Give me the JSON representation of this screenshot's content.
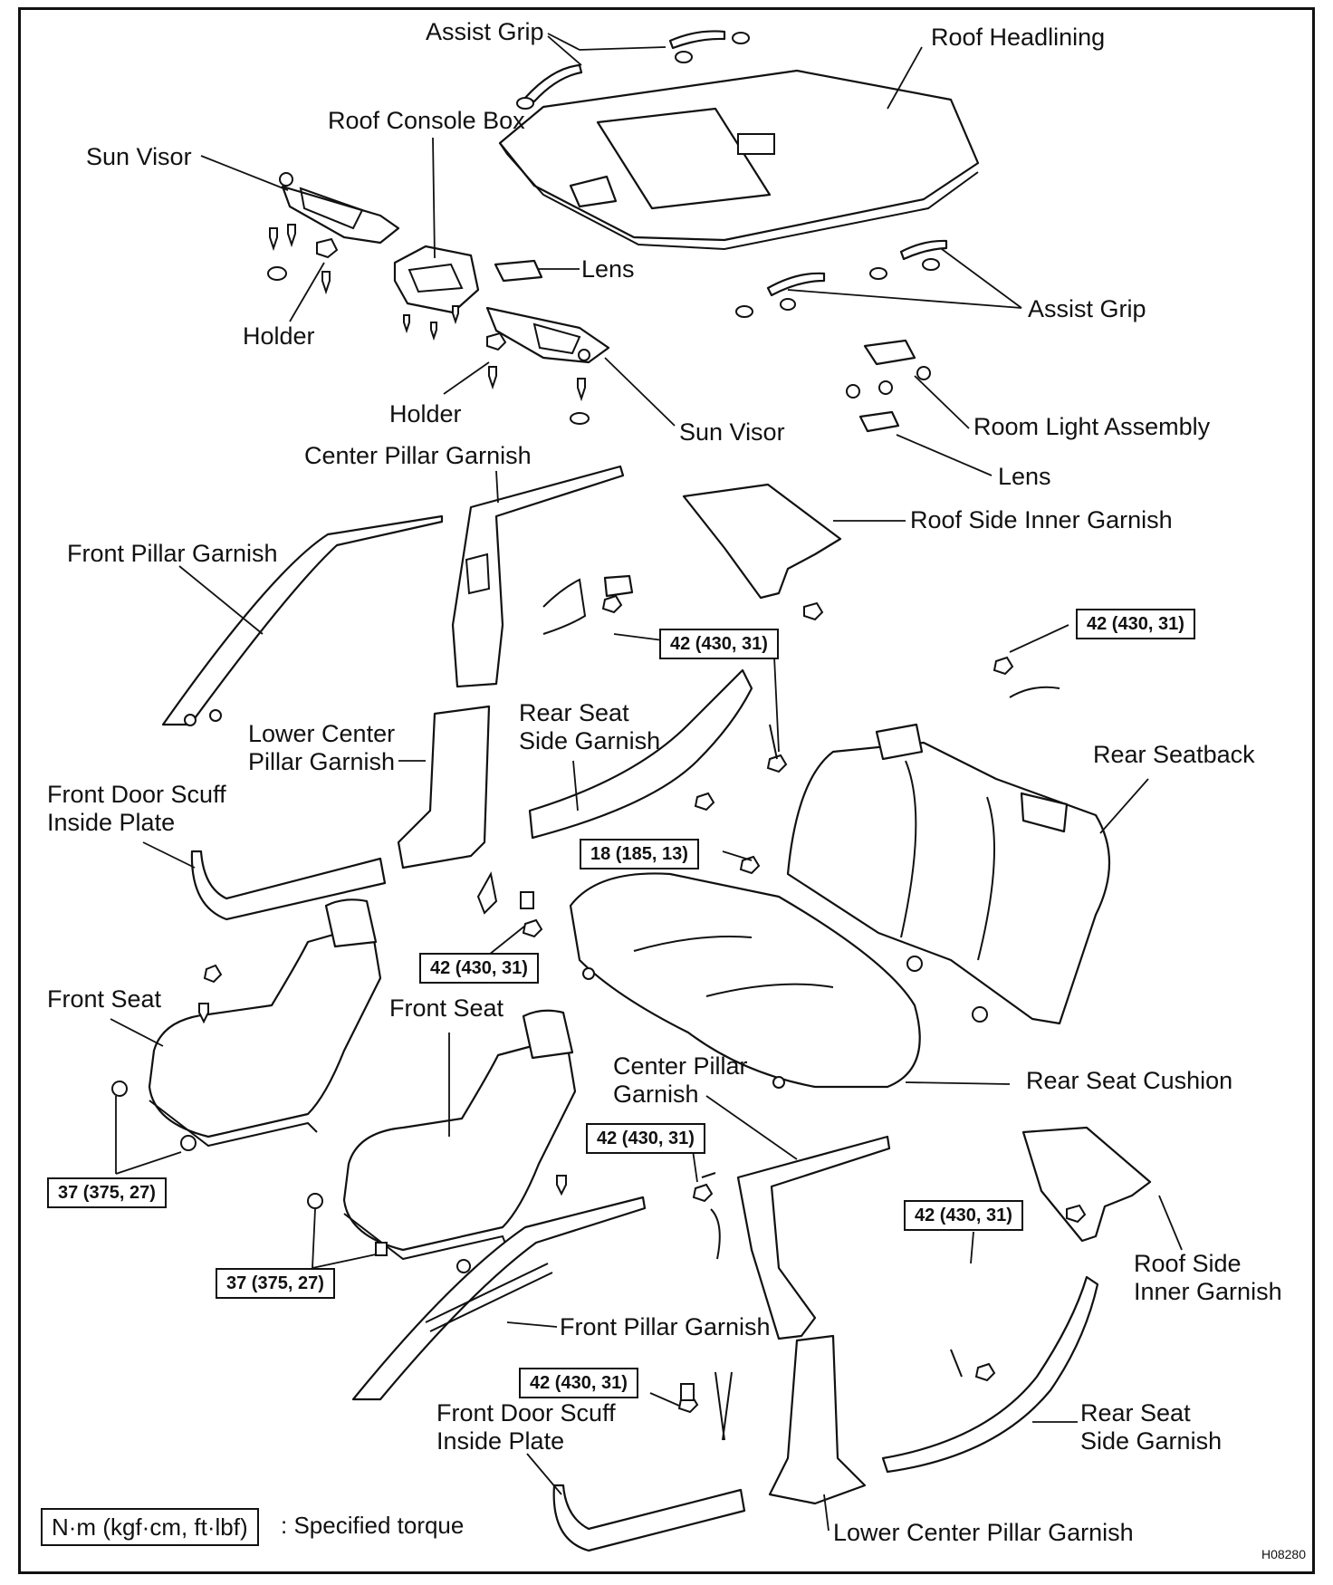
{
  "labels": {
    "assist_grip_top": "Assist Grip",
    "roof_headlining": "Roof Headlining",
    "roof_console_box": "Roof Console Box",
    "sun_visor_left": "Sun Visor",
    "lens_top": "Lens",
    "assist_grip_right": "Assist Grip",
    "holder_left": "Holder",
    "holder_center": "Holder",
    "sun_visor_center": "Sun Visor",
    "room_light_assembly": "Room Light Assembly",
    "lens_right": "Lens",
    "center_pillar_garnish_top": "Center Pillar Garnish",
    "roof_side_inner_garnish_top": "Roof Side Inner Garnish",
    "front_pillar_garnish_top": "Front Pillar Garnish",
    "lower_center_pillar_garnish_top": "Lower Center\nPillar Garnish",
    "rear_seat_side_garnish_top": "Rear Seat\nSide Garnish",
    "rear_seatback": "Rear Seatback",
    "front_door_scuff_top": "Front Door Scuff\nInside Plate",
    "front_seat_left": "Front Seat",
    "front_seat_center": "Front Seat",
    "center_pillar_garnish_bottom": "Center Pillar\nGarnish",
    "rear_seat_cushion": "Rear Seat Cushion",
    "roof_side_inner_garnish_bottom": "Roof Side\nInner Garnish",
    "front_pillar_garnish_bottom": "Front Pillar Garnish",
    "front_door_scuff_bottom": "Front Door Scuff\nInside Plate",
    "rear_seat_side_garnish_bottom": "Rear Seat\nSide Garnish",
    "lower_center_pillar_garnish_bottom": "Lower Center Pillar Garnish"
  },
  "torques": {
    "t1": "42 (430, 31)",
    "t2": "42 (430, 31)",
    "t3": "18 (185, 13)",
    "t4": "42 (430, 31)",
    "t5": "37 (375, 27)",
    "t6": "37 (375, 27)",
    "t7": "42 (430, 31)",
    "t8": "42 (430, 31)",
    "t9": "42 (430, 31)"
  },
  "legend": {
    "unit": "N·m (kgf·cm, ft·lbf)",
    "text": ": Specified torque"
  },
  "drawing_code": "H08280"
}
